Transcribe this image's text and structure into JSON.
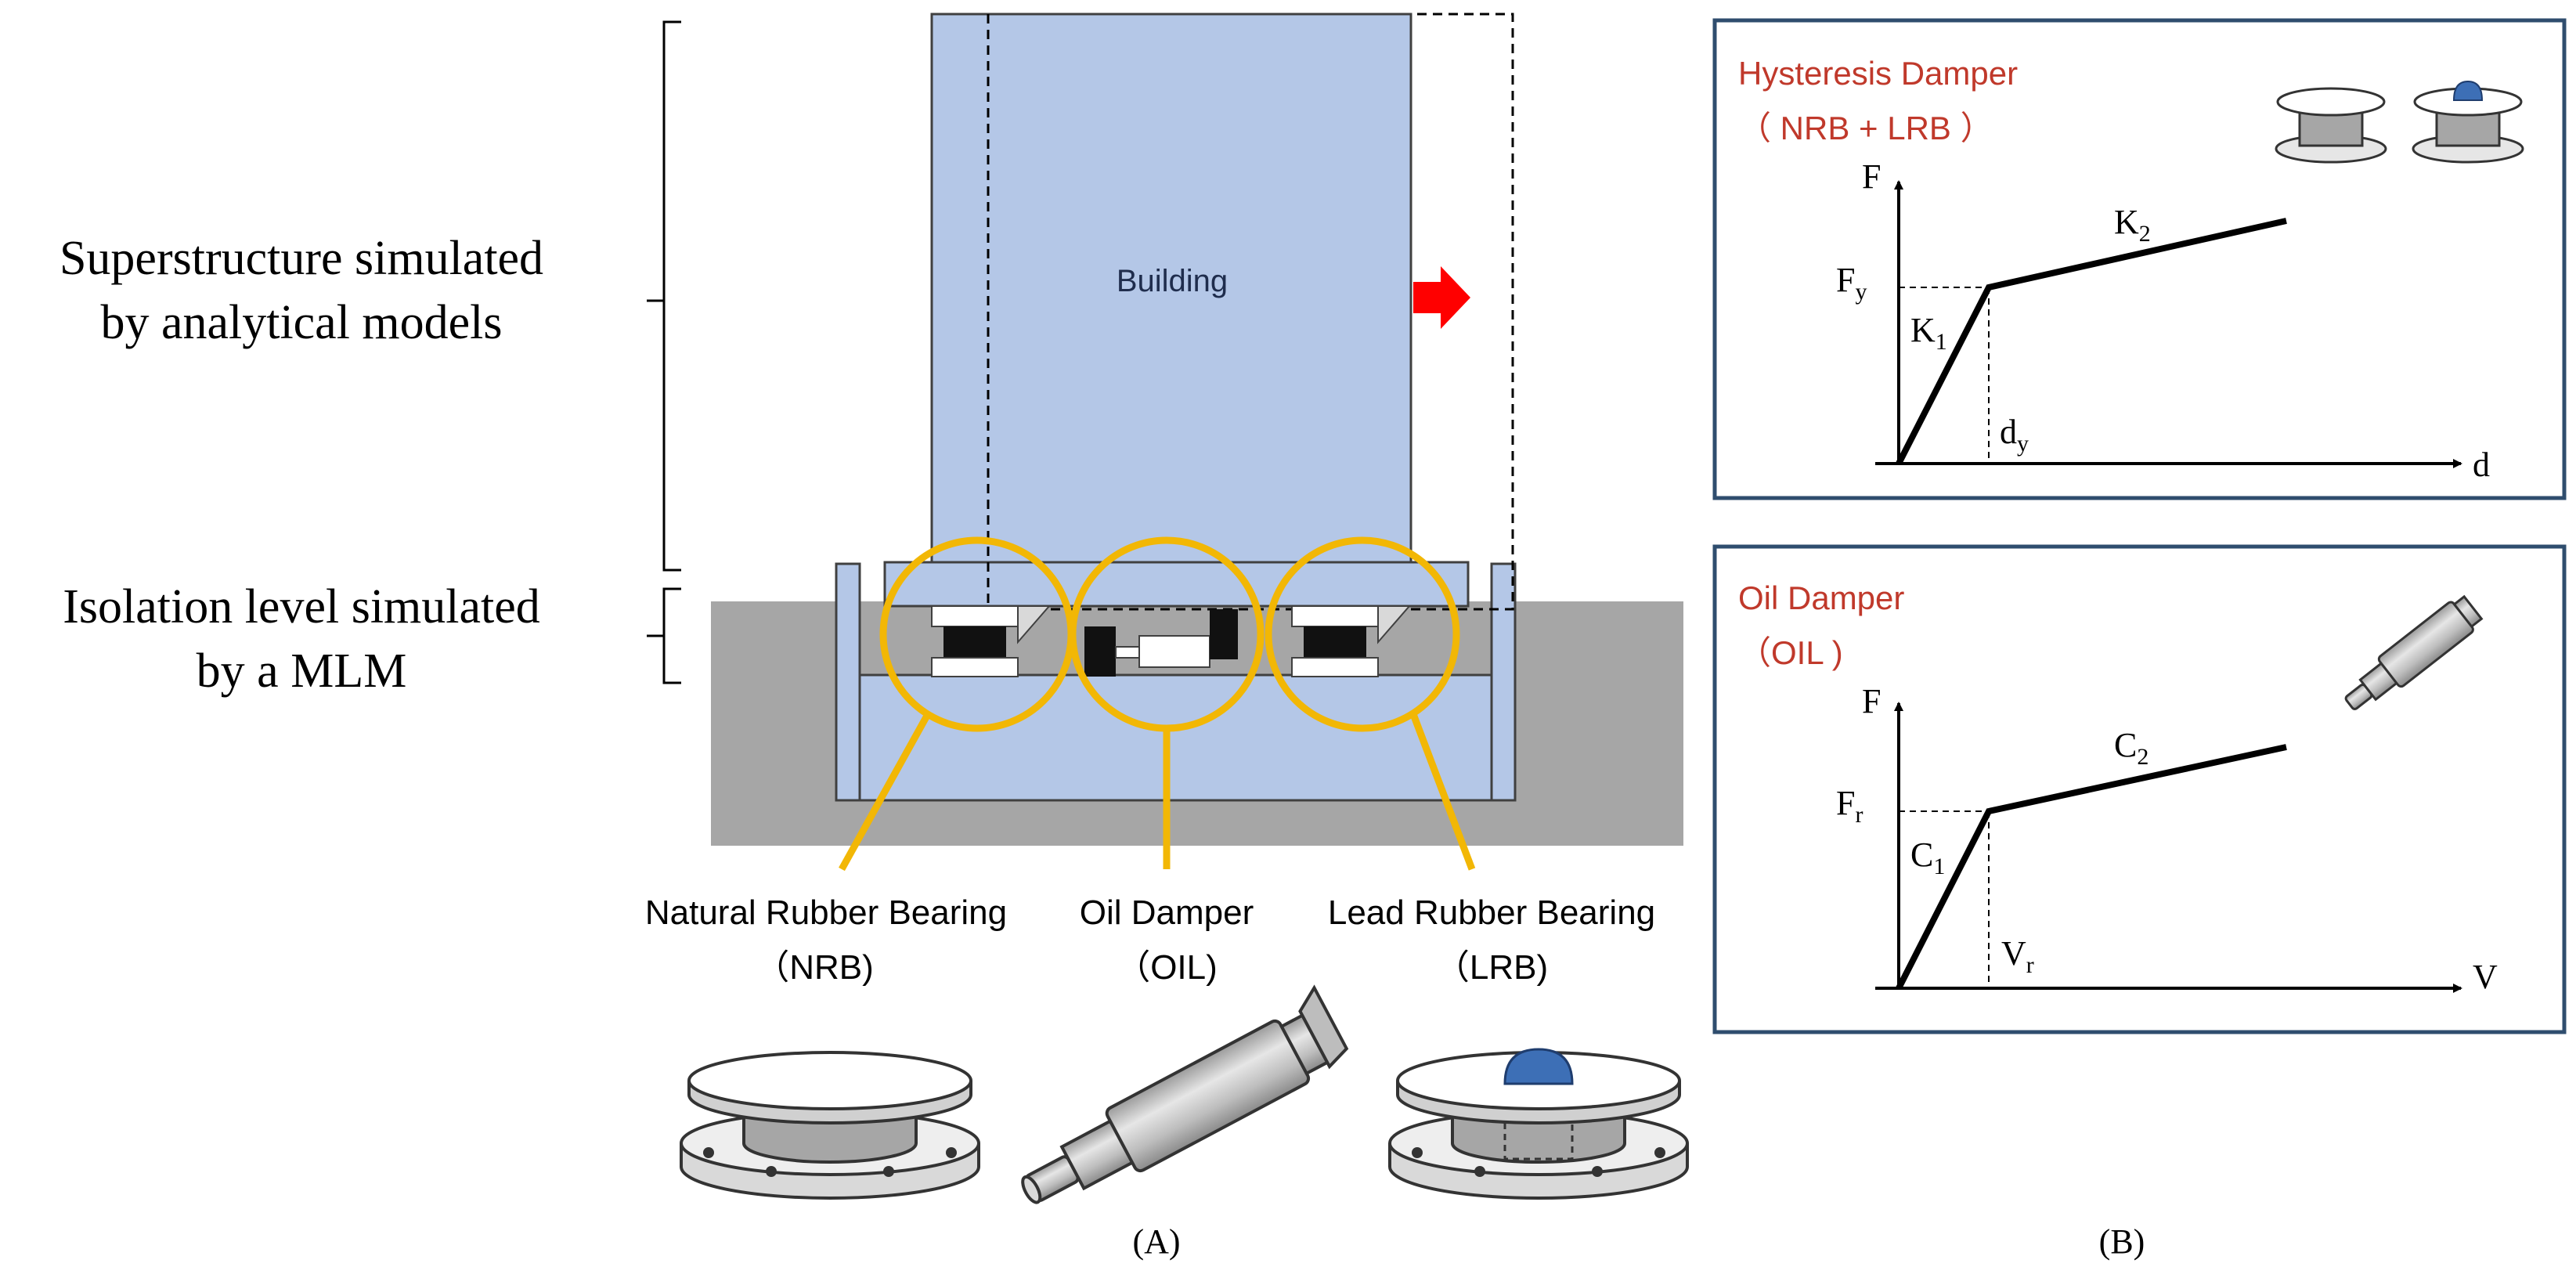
{
  "left_labels": {
    "superstructure_line1": "Superstructure simulated",
    "superstructure_line2": "by analytical models",
    "isolation_line1": "Isolation level simulated",
    "isolation_line2": "by a MLM"
  },
  "building": {
    "label": "Building"
  },
  "devices": [
    {
      "name": "Natural Rubber Bearing",
      "abbr": "（NRB)"
    },
    {
      "name": "Oil Damper",
      "abbr": "（OIL)"
    },
    {
      "name": "Lead Rubber Bearing",
      "abbr": "（LRB)"
    }
  ],
  "panel_labels": {
    "a": "(A)",
    "b": "(B)"
  },
  "hysteresis": {
    "title": "Hysteresis Damper",
    "subtitle": "（ NRB + LRB ）",
    "axis_y": "F",
    "axis_x": "d",
    "yield_force": "F",
    "yield_force_sub": "y",
    "yield_disp": "d",
    "yield_disp_sub": "y",
    "k1": "K",
    "k1_sub": "1",
    "k2": "K",
    "k2_sub": "2"
  },
  "oil": {
    "title": "Oil Damper",
    "subtitle": "（OIL )",
    "axis_y": "F",
    "axis_x": "V",
    "relief_force": "F",
    "relief_force_sub": "r",
    "relief_vel": "V",
    "relief_vel_sub": "r",
    "c1": "C",
    "c1_sub": "1",
    "c2": "C",
    "c2_sub": "2"
  },
  "colors": {
    "building_fill": "#b4c7e7",
    "ground": "#a6a6a6",
    "highlight_ring": "#f2b705",
    "arrow_red": "#ff0000",
    "panel_border": "#2f4d6e",
    "title_red": "#c0392b",
    "lead_core_blue": "#3d6fb6"
  }
}
